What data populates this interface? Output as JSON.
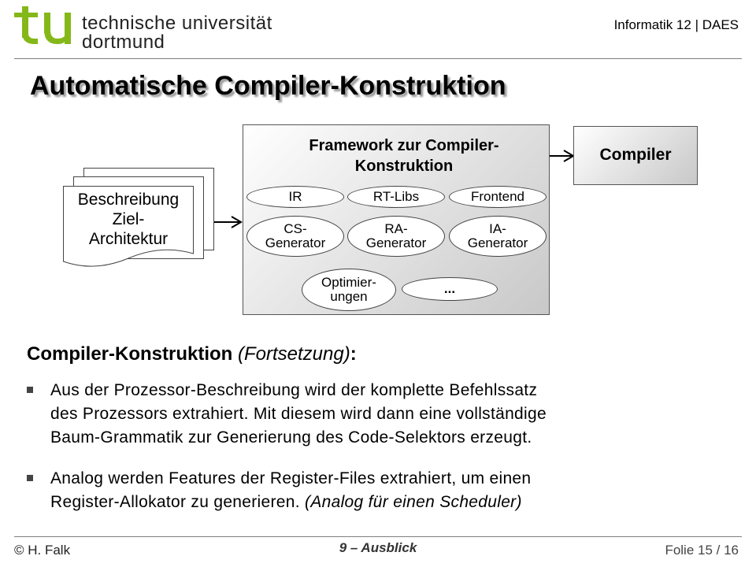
{
  "header": {
    "university_line1": "technische universität",
    "university_line2": "dortmund",
    "department": "Informatik 12 | DAES"
  },
  "slide": {
    "title": "Automatische Compiler-Konstruktion"
  },
  "diagram": {
    "input_doc": [
      "Beschreibung",
      "Ziel-",
      "Architektur"
    ],
    "framework_title": [
      "Framework zur Compiler-",
      "Konstruktion"
    ],
    "components": {
      "ir": "IR",
      "rt_libs": "RT-Libs",
      "frontend": "Frontend",
      "cs_gen": [
        "CS-",
        "Generator"
      ],
      "ra_gen": [
        "RA-",
        "Generator"
      ],
      "ia_gen": [
        "IA-",
        "Generator"
      ],
      "optim": [
        "Optimier-",
        "ungen"
      ],
      "more": "..."
    },
    "output": "Compiler"
  },
  "content": {
    "heading_bold": "Compiler-Konstruktion",
    "heading_italic": "(Fortsetzung)",
    "heading_colon": ":",
    "bullets": [
      {
        "lines": [
          "Aus der Prozessor-Beschreibung wird der komplette Befehlssatz",
          "des Prozessors extrahiert. Mit diesem wird dann eine vollständige",
          "Baum-Grammatik zur Generierung des Code-Selektors erzeugt."
        ]
      },
      {
        "lines": [
          "Analog werden Features der Register-Files extrahiert, um einen",
          "Register-Allokator zu generieren."
        ],
        "italic_tail": "(Analog für einen Scheduler)"
      }
    ]
  },
  "footer": {
    "author": "© H. Falk",
    "section": "9 – Ausblick",
    "page": "Folie 15 / 16"
  },
  "colors": {
    "logo_green": "#84b819",
    "text": "#000000",
    "rule": "#7f7f7f"
  }
}
